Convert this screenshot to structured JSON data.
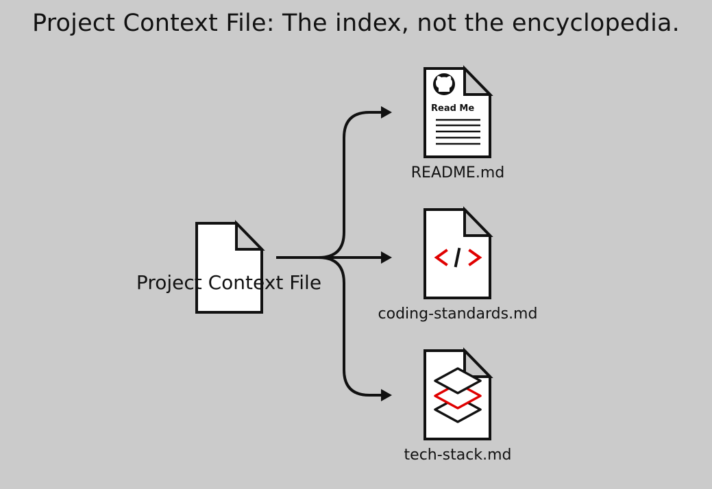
{
  "title": "Project Context File: The index, not the encyclopedia.",
  "source": {
    "label": "Project Context File"
  },
  "targets": [
    {
      "label": "README.md",
      "icon": "readme-github-icon",
      "badge": "Read Me"
    },
    {
      "label": "coding-standards.md",
      "icon": "code-brackets-icon",
      "code_text": "< / >"
    },
    {
      "label": "tech-stack.md",
      "icon": "layers-icon"
    }
  ],
  "colors": {
    "background": "#cbcbcb",
    "stroke": "#111111",
    "accent": "#e00000"
  }
}
